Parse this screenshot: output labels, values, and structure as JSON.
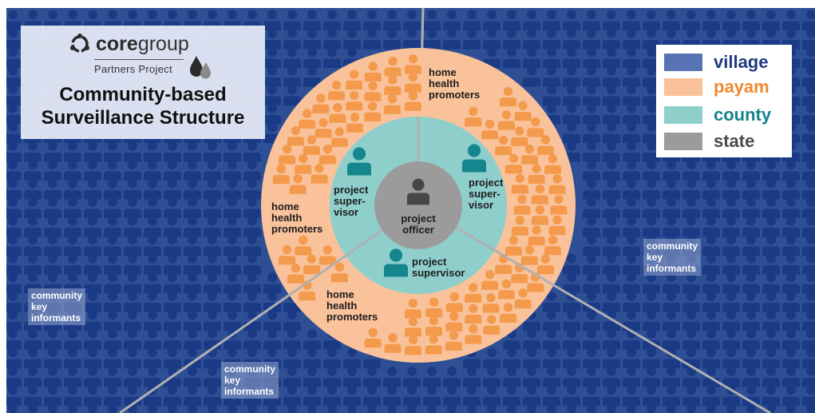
{
  "colors": {
    "village": "#2f4f95",
    "village_person": "#1b3a86",
    "payam": "#f9c29a",
    "payam_person": "#f39a4d",
    "county": "#8ecfcc",
    "county_person": "#15868e",
    "state": "#9b9b9b",
    "state_person": "#474747",
    "divider": "#b0b0b0"
  },
  "header": {
    "logo_bold": "core",
    "logo_light": "group",
    "logo_subtitle": "Partners Project",
    "title": "Community-based\nSurveillance Structure"
  },
  "legend": [
    {
      "label": "village",
      "color": "#5873b4",
      "text_color": "#1f3b7e"
    },
    {
      "label": "payam",
      "color": "#f9c29a",
      "text_color": "#f0892e"
    },
    {
      "label": "county",
      "color": "#8ecfcc",
      "text_color": "#13848c"
    },
    {
      "label": "state",
      "color": "#9b9b9b",
      "text_color": "#4a4a4a"
    }
  ],
  "diagram": {
    "center_label": "project\nofficer",
    "county_labels": [
      "project\nsuper-\nvisor",
      "project\nsuper-\nvisor",
      "project\nsupervisor"
    ],
    "payam_labels": [
      "home\nhealth\npromoters",
      "home\nhealth\npromoters",
      "home\nhealth\npromoters"
    ],
    "village_labels": [
      "community\nkey\ninformants",
      "community\nkey\ninformants",
      "community\nkey\ninformants"
    ]
  }
}
